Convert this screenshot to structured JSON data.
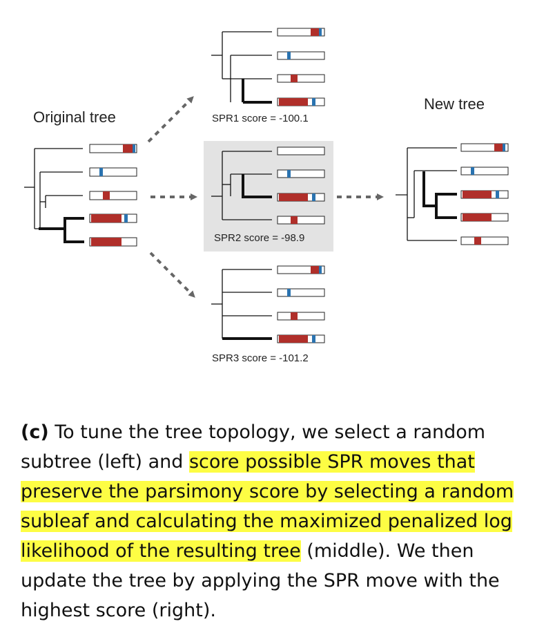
{
  "figure": {
    "original_label": "Original tree",
    "new_label": "New tree",
    "spr1_label": "SPR1 score = -100.1",
    "spr2_label": "SPR2 score = -98.9",
    "spr3_label": "SPR3 score = -101.2",
    "colors": {
      "red": "#b02f2a",
      "blue": "#2a73b0",
      "highlight_box": "#e3e3e3",
      "arrow": "#666666"
    }
  },
  "caption": {
    "bold": "(c)",
    "plain1": " To tune the tree topology, we select a random subtree (left) and ",
    "highlight": "score possible SPR moves that preserve the parsimony score by selecting a random subleaf and calculating the maximized penalized log likelihood of the resulting tree",
    "plain2": " (middle). We then update the tree by applying the SPR move with the highest score (right).",
    "highlight_color": "#fdfd44"
  }
}
